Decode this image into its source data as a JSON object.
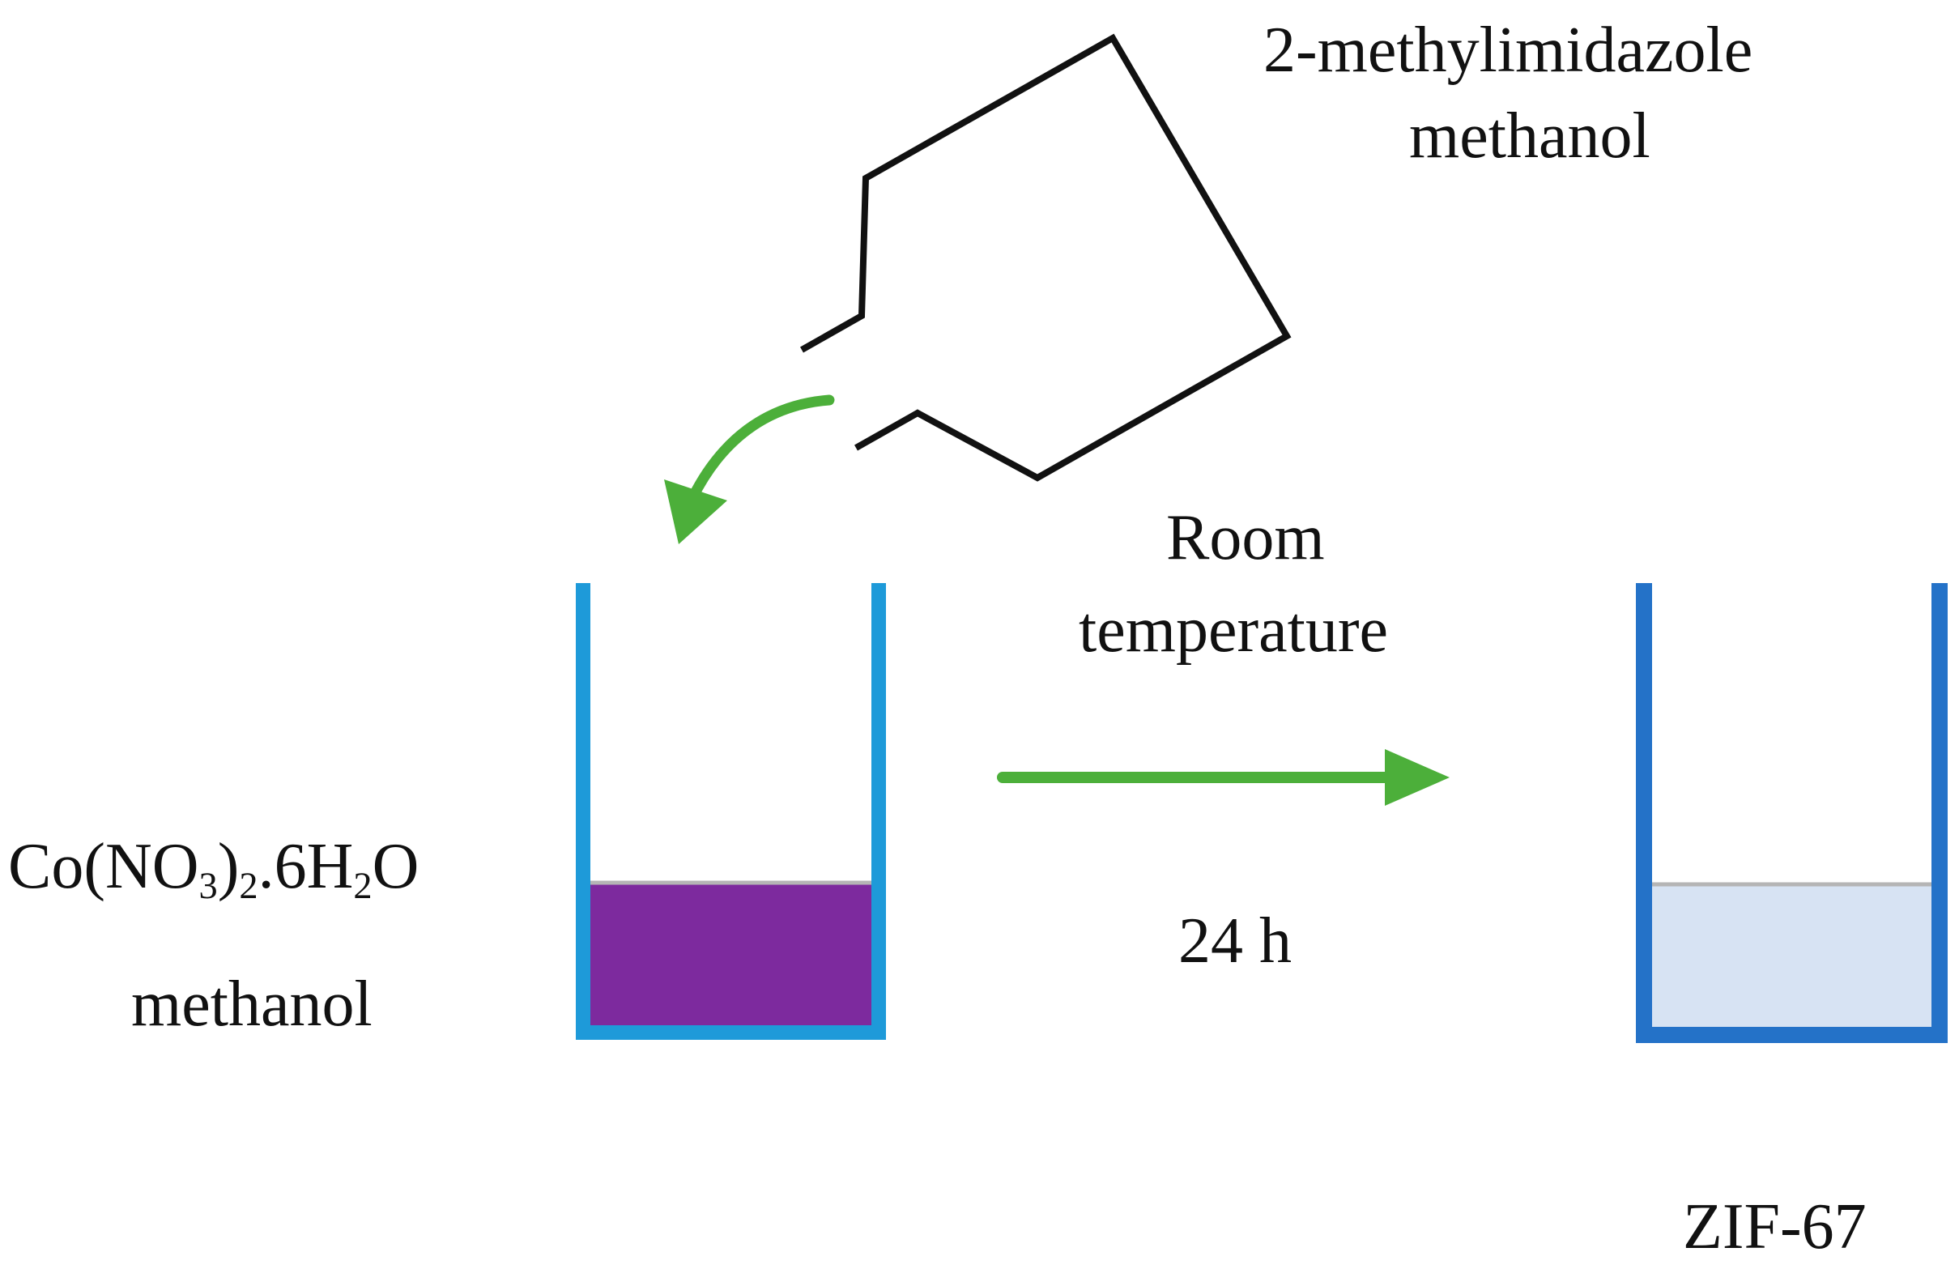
{
  "labels": {
    "linker_line1": "2-methylimidazole",
    "linker_line2": "methanol",
    "condition_line1": "Room",
    "condition_line2": "temperature",
    "condition_time": "24 h",
    "metal_salt": {
      "p1": "Co(NO",
      "s1": "3",
      "p2": ")",
      "s2": "2",
      "p3": ".6H",
      "s3": "2",
      "p4": "O"
    },
    "metal_solvent": "methanol",
    "product": "ZIF-67"
  },
  "colors": {
    "outline": "#111111",
    "arrow": "#4caf3a",
    "beaker1": "#1e9ad9",
    "solution1": "#7d2a9e",
    "beaker2": "#2472c8",
    "solution2": "#d7e3f3",
    "solution_border": "#b5b5b5"
  }
}
